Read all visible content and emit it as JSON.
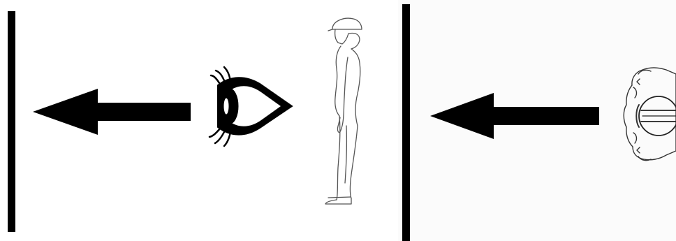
{
  "diagram": {
    "panels": [
      {
        "view": "side",
        "elements": [
          "wall",
          "arrow-left",
          "eye-icon",
          "person-standing-side-view"
        ]
      },
      {
        "view": "top",
        "elements": [
          "wall",
          "arrow-left",
          "person-top-view"
        ]
      }
    ],
    "colors": {
      "ink": "#000000",
      "background": "#ffffff"
    }
  }
}
